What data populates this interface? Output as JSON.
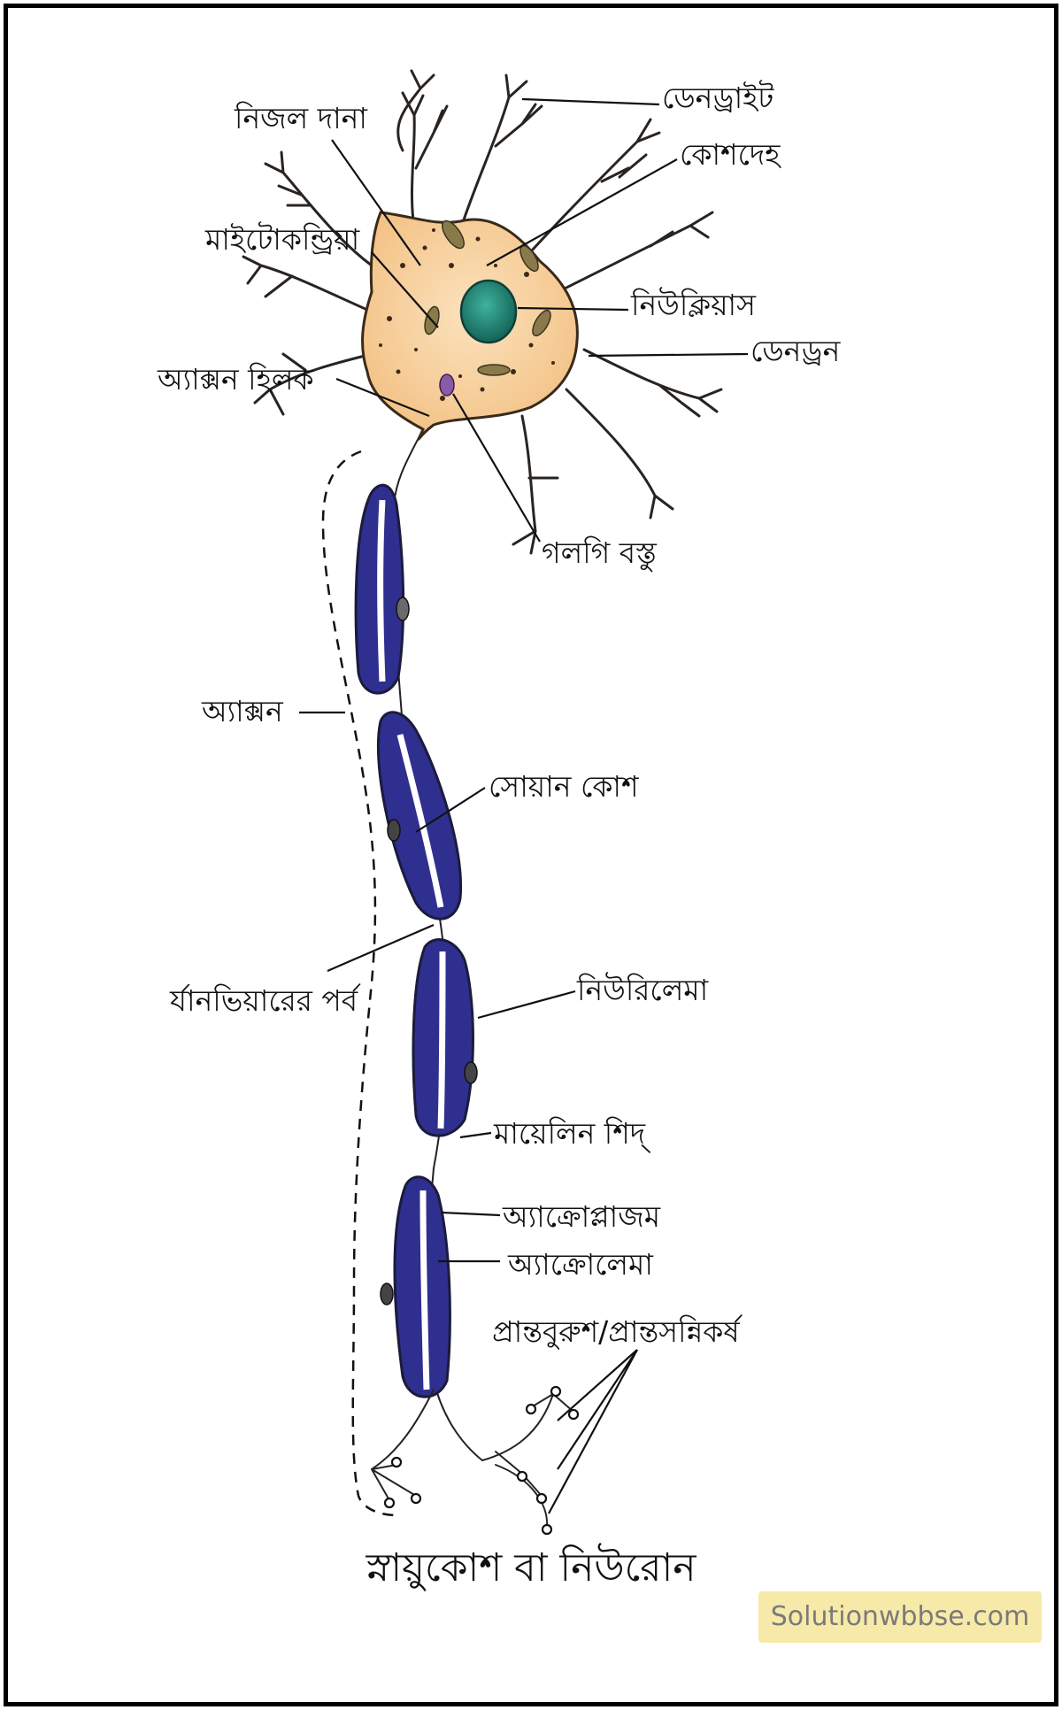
{
  "labels": {
    "nissl_granules": "নিজল দানা",
    "dendrite": "ডেনড্রাইট",
    "cell_body": "কোশদেহ",
    "mitochondria": "মাইটোকন্ড্রিয়া",
    "nucleus": "নিউক্লিয়াস",
    "dendron": "ডেনড্রন",
    "axon_hillock": "অ্যাক্সন হিলক",
    "golgi_body": "গলগি বস্তু",
    "axon": "অ্যাক্সন",
    "schwann_cell": "সোয়ান কোশ",
    "node_of_ranvier": "র্যানভিয়ারের পর্ব",
    "neurilemma": "নিউরিলেমা",
    "myelin_sheath": "মায়েলিন শিদ্",
    "axoplasm": "অ্যাক্রোপ্লাজম",
    "axolemma": "অ্যাক্রোলেমা",
    "terminal_brush": "প্রান্তবুরুশ/প্রান্তসন্নিকর্ষ"
  },
  "title": "স্নায়ুকোশ বা নিউরোন",
  "watermark": "Solutionwbbse.com",
  "colors": {
    "cell_body_fill": "#f6cc96",
    "nucleus_fill": "#1f8a7a",
    "myelin_fill": "#2f2f8f",
    "watermark_bg": "#f7eaa8"
  }
}
